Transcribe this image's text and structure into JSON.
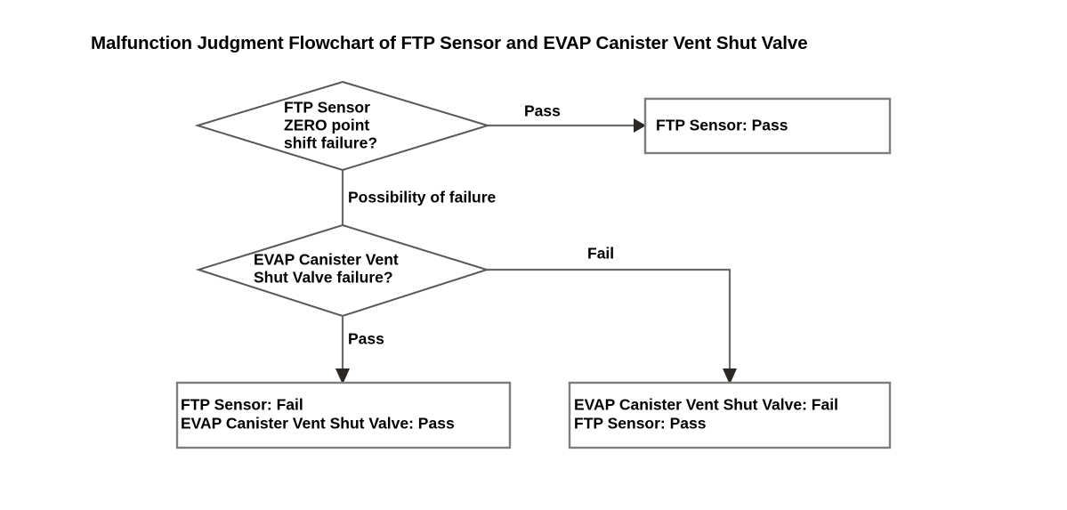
{
  "title": "Malfunction Judgment Flowchart of FTP Sensor and EVAP Canister Vent Shut Valve",
  "colors": {
    "background": "#ffffff",
    "node_stroke": "#595959",
    "box_stroke": "#7d7d7d",
    "connector": "#6a6a6a",
    "arrow": "#2b2723",
    "text": "#000000"
  },
  "nodes": {
    "decision_ftp": {
      "shape": "diamond",
      "lines": [
        "FTP Sensor",
        "ZERO point",
        "shift failure?"
      ]
    },
    "decision_evap": {
      "shape": "diamond",
      "lines": [
        "EVAP Canister Vent",
        "Shut Valve failure?"
      ]
    },
    "result_ftp_pass": {
      "shape": "rectangle",
      "lines": [
        "FTP Sensor: Pass"
      ]
    },
    "result_ftp_fail": {
      "shape": "rectangle",
      "lines": [
        "FTP Sensor: Fail",
        "EVAP Canister Vent Shut Valve: Pass"
      ]
    },
    "result_evap_fail": {
      "shape": "rectangle",
      "lines": [
        "EVAP Canister Vent Shut Valve: Fail",
        "FTP Sensor: Pass"
      ]
    }
  },
  "edge_labels": {
    "ftp_pass": "Pass",
    "ftp_possibility": "Possibility of failure",
    "evap_fail": "Fail",
    "evap_pass": "Pass"
  }
}
